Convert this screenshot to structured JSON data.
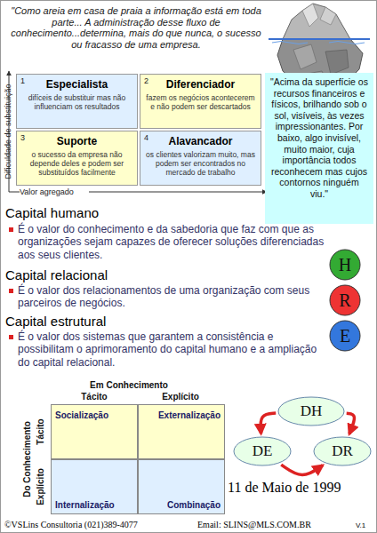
{
  "diagram": {
    "nodes": [
      {
        "text": [
          "1",
          "Especialista",
          "difíceis de substituir mas não influenciam os resultados"
        ]
      },
      {
        "text": [
          "2",
          "Diferenciador",
          "fazem os negócios acontecerem e não podem ser descartados"
        ]
      },
      {
        "text": [
          "3",
          "Suporte",
          "o sucesso da empresa não depende deles e podem ser substituídos facilmente"
        ]
      },
      {
        "text": [
          "4",
          "Alavancador",
          "os clientes valorizam muito, mas podem ser encontrados no mercado de trabalho"
        ]
      },
      {
        "text": [
          "\"Acima da superfície os recursos financeiros e físicos, brilhando sob o sol, visíveis, às vezes impressionantes.  Por baixo, algo invisível, muito maior, cuja importância todos reconhecem mas cujos contornos ninguém viu.\""
        ]
      },
      {
        "text": [
          "H"
        ]
      },
      {
        "text": [
          "R"
        ]
      },
      {
        "text": [
          "E"
        ]
      },
      {
        "text": [
          "Socialização"
        ]
      },
      {
        "text": [
          "Externalização"
        ]
      },
      {
        "text": [
          "Internalização"
        ]
      },
      {
        "text": [
          "Combinação"
        ]
      },
      {
        "text": [
          "DH"
        ]
      },
      {
        "text": [
          "DE"
        ]
      },
      {
        "text": [
          "DR"
        ]
      }
    ],
    "edges": [
      {
        "from": 12,
        "to": 13,
        "arrow": "to"
      },
      {
        "from": 12,
        "to": 14,
        "arrow": "to"
      },
      {
        "from": 13,
        "to": 14,
        "arrow": "to"
      }
    ],
    "labels": [
      "\"Como areia em casa de praia a informação está em toda parte... A administração desse fluxo de conhecimento...determina, mais do que nunca, o sucesso ou fracasso de uma empresa.",
      "Dificuldade de substituição",
      "Valor agregado",
      "Capital humano",
      "É o valor do conhecimento e da sabedoria que faz com que as organizações sejam capazes de oferecer soluções diferenciadas aos seus clientes.",
      "Capital relacional",
      "É o valor dos relacionamentos de uma organização com seus parceiros de negócios.",
      "Capital estrutural",
      "É o valor dos sistemas que garantem a consistência e possibilitam o aprimoramento do capital humano e a ampliação do capital relacional.",
      "Em Conhecimento",
      "Tácito",
      "Explícito",
      "Do Conhecimento",
      "Tácito",
      "Explícito",
      "11 de Maio de 1999",
      "©VSLins Consultoria (021)389-4077",
      "Email: SLINS@MLS.COM.BR",
      "V.1"
    ]
  }
}
